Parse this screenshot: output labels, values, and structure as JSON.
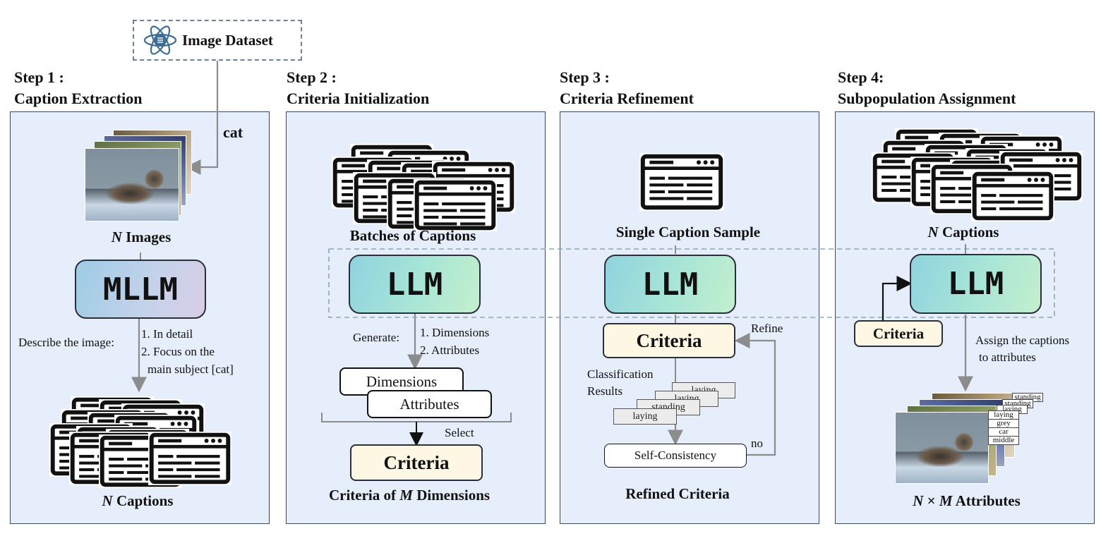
{
  "dataset": {
    "label": "Image Dataset",
    "subject": "cat"
  },
  "steps": [
    {
      "title_line1": "Step 1 :",
      "title_line2": "Caption Extraction"
    },
    {
      "title_line1": "Step 2 :",
      "title_line2": "Criteria Initialization"
    },
    {
      "title_line1": "Step 3 :",
      "title_line2": "Criteria Refinement"
    },
    {
      "title_line1": "Step 4:",
      "title_line2": "Subpopulation Assignment"
    }
  ],
  "step1": {
    "images_var": "N",
    "images_label": " Images",
    "model": "MLLM",
    "prompt": "Describe the image:",
    "instructions": [
      "1. In detail",
      "2. Focus on the",
      "main subject [cat]"
    ],
    "output_var": "N",
    "output_label": " Captions"
  },
  "step2": {
    "input_label": "Batches of Captions",
    "model": "LLM",
    "prompt": "Generate:",
    "instructions": [
      "1. Dimensions",
      "2. Attributes"
    ],
    "box1": "Dimensions",
    "box2": "Attributes",
    "select": "Select",
    "criteria": "Criteria",
    "output_pre": "Criteria of ",
    "output_var": "M",
    "output_post": " Dimensions"
  },
  "step3": {
    "input_label": "Single Caption Sample",
    "model": "LLM",
    "criteria": "Criteria",
    "refine": "Refine",
    "classification": [
      "Classification",
      "Results"
    ],
    "results": [
      "laying",
      "laying",
      "standing",
      "laying"
    ],
    "check": "Self-Consistency",
    "no": "no",
    "output_label": "Refined Criteria"
  },
  "step4": {
    "input_var": "N",
    "input_label": " Captions",
    "model": "LLM",
    "criteria": "Criteria",
    "assign": [
      "Assign the captions",
      "to attributes"
    ],
    "tags": [
      "standing",
      "standing",
      "laying",
      "laying",
      "grey",
      "car",
      "middle"
    ],
    "output_a": "N",
    "output_times": " × ",
    "output_b": "M",
    "output_post": " Attributes"
  },
  "colors": {
    "panel_bg": "#e6eefb",
    "panel_border": "#3b4a63",
    "criteria_bg": "#fdf7e3",
    "arrow": "#8c8c8c",
    "dashed_border": "#6c8394"
  },
  "icons": [
    "dataset-globe-icon",
    "caption-document-icon",
    "cat-photo"
  ]
}
